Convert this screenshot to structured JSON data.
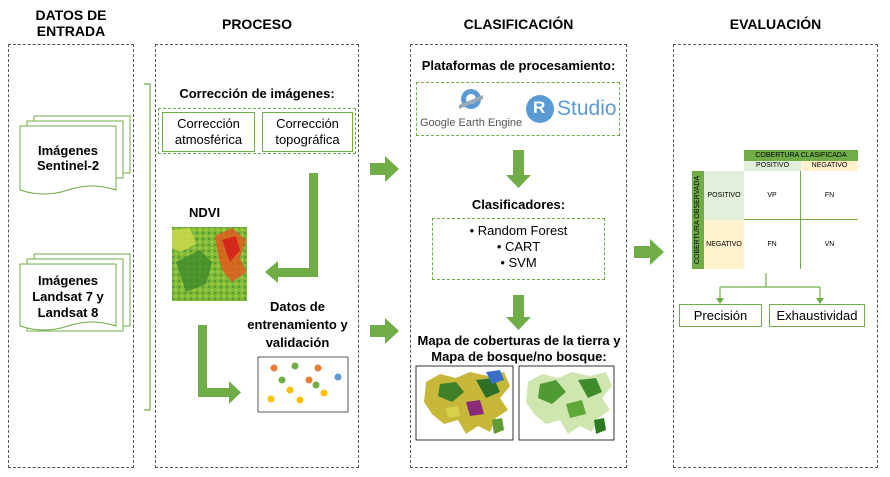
{
  "columns": {
    "input": "DATOS DE ENTRADA",
    "process": "PROCESO",
    "classification": "CLASIFICACIÓN",
    "evaluation": "EVALUACIÓN"
  },
  "input": {
    "sentinel": "Imágenes Sentinel-2",
    "landsat": "Imágenes Landsat 7 y Landsat 8"
  },
  "process": {
    "correction_title": "Corrección de imágenes:",
    "atmospheric": "Corrección atmosférica",
    "topographic": "Corrección topográfica",
    "ndvi": "NDVI",
    "training": "Datos de entrenamiento y validación"
  },
  "classification": {
    "platforms_title": "Plataformas de procesamiento:",
    "gee": "Google Earth Engine",
    "rstudio_r": "R",
    "rstudio": "Studio",
    "classifiers_title": "Clasificadores:",
    "classifiers": [
      "Random Forest",
      "CART",
      "SVM"
    ],
    "maps_title": "Mapa de coberturas de la tierra y Mapa de bosque/no bosque:"
  },
  "evaluation": {
    "classified": "COBERTURA CLASIFICADA",
    "observed": "COBERTURA OBSERVADA",
    "positive": "POSITIVO",
    "negative": "NEGATIVO",
    "vp": "VP",
    "fn": "FN",
    "fn2": "FN",
    "vn": "VN",
    "precision": "Precisión",
    "recall": "Exhaustividad"
  },
  "colors": {
    "green": "#70ad47",
    "header_green": "#70ad47",
    "positive_bg": "#e2efda",
    "negative_bg": "#fff2cc"
  }
}
